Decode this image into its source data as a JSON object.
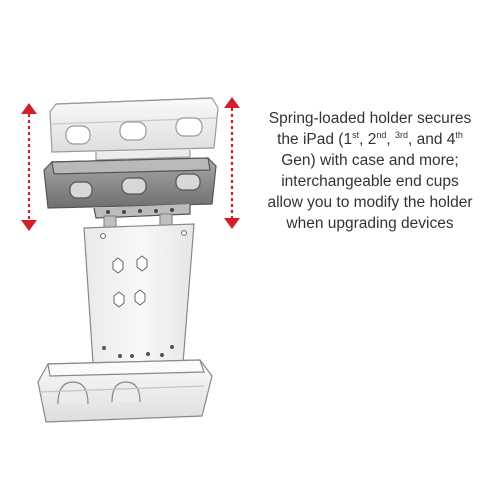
{
  "caption": {
    "line1": "Spring-loaded holder secures",
    "line2_before": "the iPad (1",
    "sup1": "st",
    "sep1": ", 2",
    "sup2": "nd",
    "sep2": ", ",
    "sup3": "3rd",
    "sep3": ", and 4",
    "sup4": "th",
    "line3": "Gen) with case and more;",
    "line4": "interchangeable end cups",
    "line5": "allow you to modify the holder",
    "line6": "when upgrading devices"
  },
  "colors": {
    "arrow": "#d31f2a",
    "holder_light": "#f3f3f3",
    "holder_dark": "#8e8e8e",
    "plate": "#f5f5f5",
    "outline": "#777777"
  },
  "icons": [
    "up-down-arrow-icon",
    "tablet-holder-illustration"
  ]
}
